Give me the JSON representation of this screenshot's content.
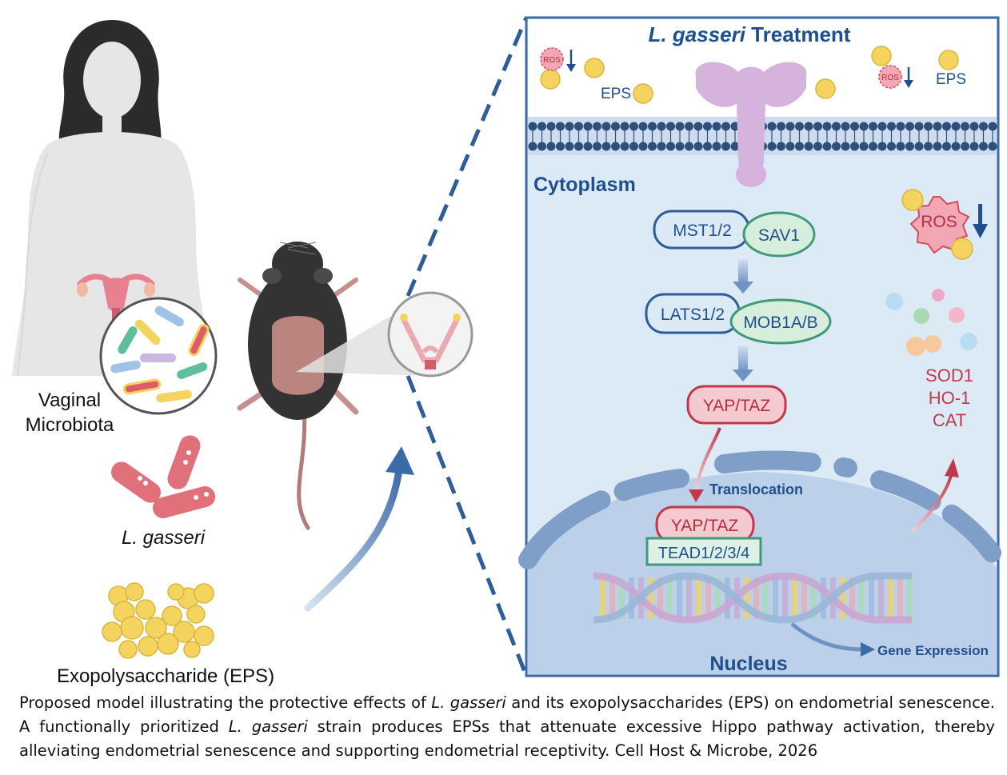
{
  "left": {
    "vaginal_microbiota_line1": "Vaginal",
    "vaginal_microbiota_line2": "Microbiota",
    "bacterium_label": "L. gasseri",
    "eps_label": "Exopolysaccharide (EPS)"
  },
  "panel": {
    "title_italic": "L. gasseri",
    "title_rest": " Treatment",
    "eps_label": "EPS",
    "ros_label": "ROS",
    "cytoplasm_label": "Cytoplasm",
    "nucleus_label": "Nucleus",
    "translocation_label": "Translocation",
    "gene_expression_label": "Gene Expression"
  },
  "pathway": {
    "mst": "MST1/2",
    "sav": "SAV1",
    "lats": "LATS1/2",
    "mob": "MOB1A/B",
    "yap_taz": "YAP/TAZ",
    "tead": "TEAD1/2/3/4"
  },
  "antioxidants": [
    "SOD1",
    "HO-1",
    "CAT"
  ],
  "caption": {
    "part1": "Proposed model illustrating the protective effects of ",
    "italic1": "L. gasseri",
    "part2": " and its exopolysaccharides (EPS) on endometrial senescence. A functionally prioritized ",
    "italic2": "L. gasseri",
    "part3": " strain produces EPSs that attenuate excessive Hippo pathway activation, thereby alleviating endometrial senescence and supporting endometrial receptivity. Cell Host & Microbe, 2026"
  },
  "colors": {
    "panel_border": "#3a6aa8",
    "panel_fill": "#dceaf5",
    "membrane": "#2f4f7a",
    "eps_yellow": "#f4d35e",
    "ros_pink": "#f2a7b4",
    "yap_red": "#d44a5c",
    "text_blue": "#1f4f8f"
  }
}
